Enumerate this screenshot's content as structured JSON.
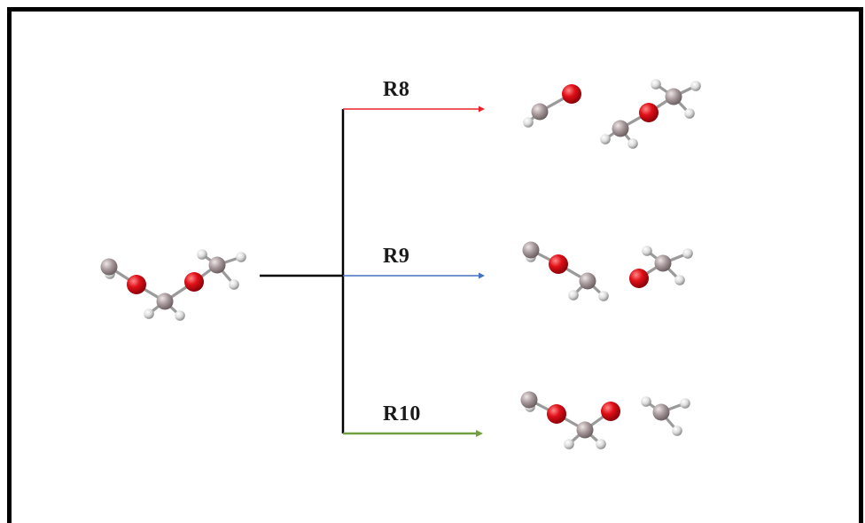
{
  "colors": {
    "r8": "#e8242a",
    "r9": "#4472c4",
    "r10": "#70a040",
    "trunk": "#000000",
    "oxygen": "#d8101a",
    "carbon": "#a89a9c",
    "hydrogen": "#e4e4e4"
  },
  "reactions": [
    {
      "id": "r8",
      "label": "R8"
    },
    {
      "id": "r9",
      "label": "R9"
    },
    {
      "id": "r10",
      "label": "R10"
    }
  ]
}
